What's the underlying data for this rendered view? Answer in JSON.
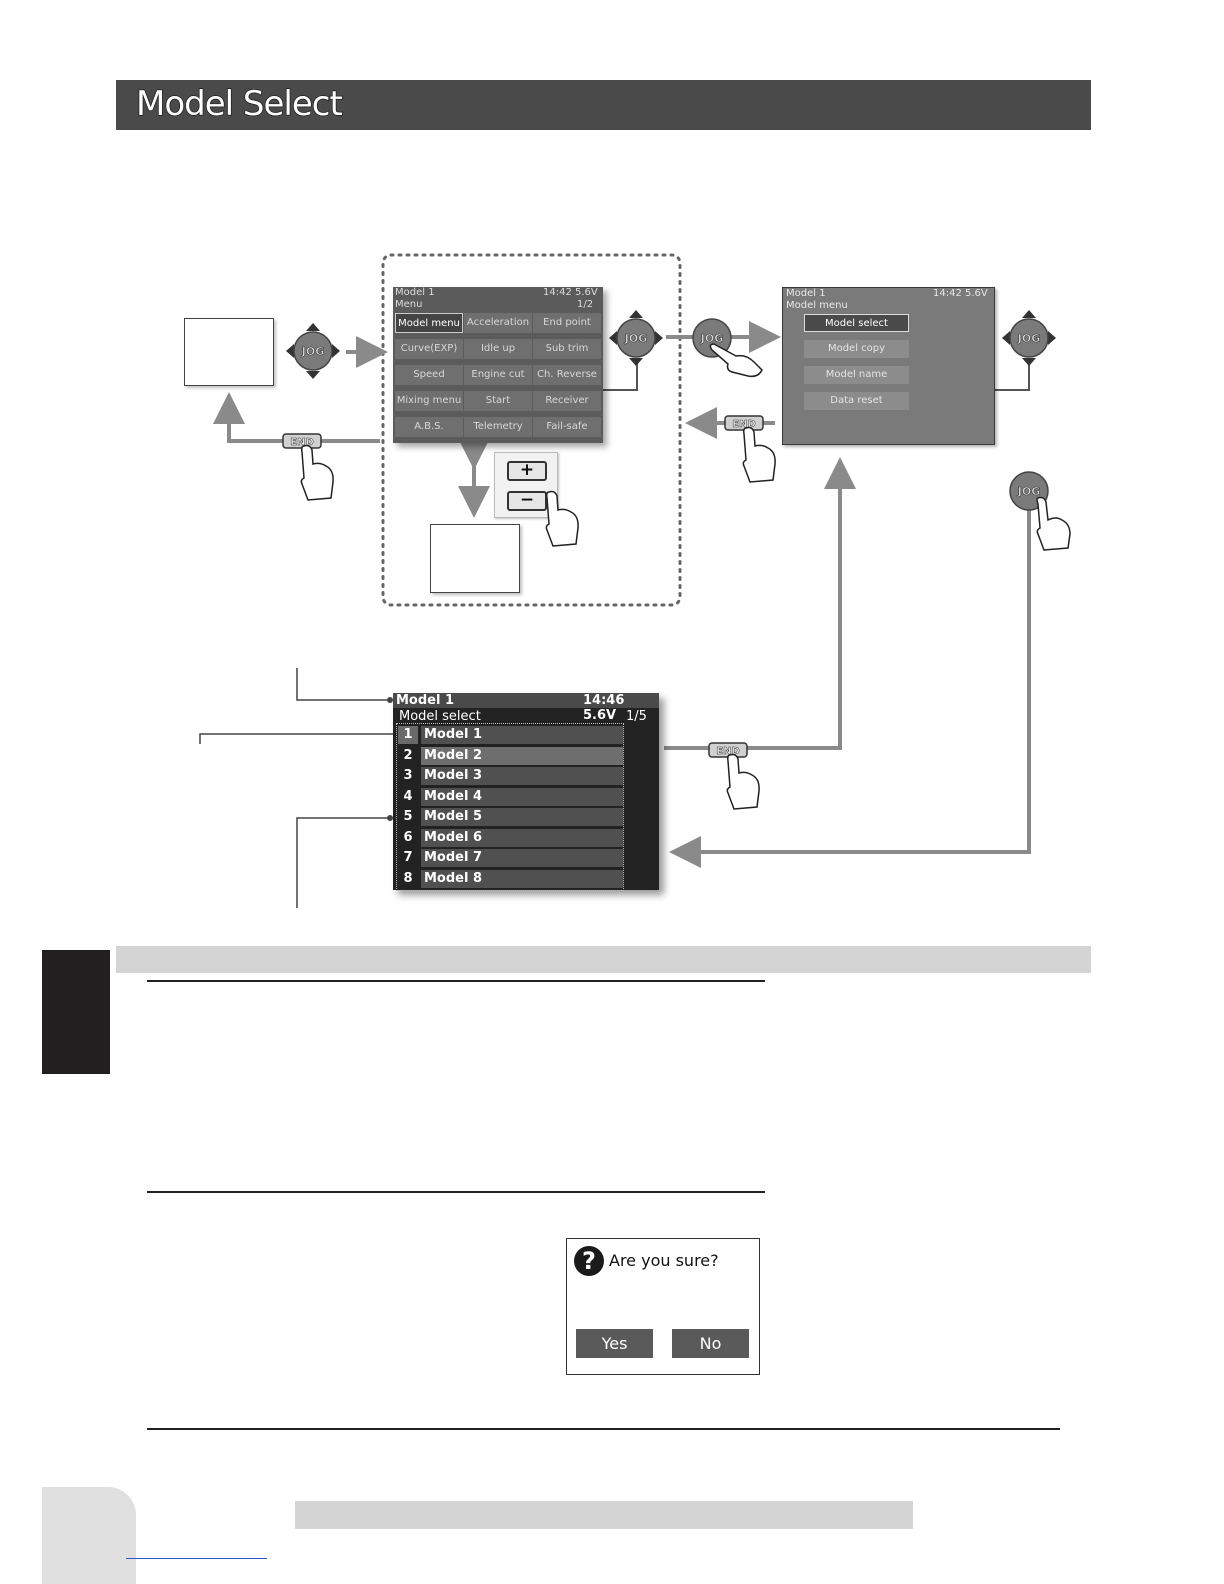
{
  "page": {
    "title": "Model Select"
  },
  "screen_menu": {
    "model": "Model 1",
    "status": "14:42 5.6V",
    "menu_label": "Menu",
    "page": "1/2",
    "items": [
      "Model menu",
      "Acceleration",
      "End point",
      "Curve(EXP)",
      "Idle up",
      "Sub trim",
      "Speed",
      "Engine cut",
      "Ch. Reverse",
      "Mixing menu",
      "Start",
      "Receiver",
      "A.B.S.",
      "Telemetry",
      "Fail-safe"
    ]
  },
  "screen_model_menu": {
    "model": "Model 1",
    "status": "14:42 5.6V",
    "menu_label": "Model menu",
    "items": [
      "Model select",
      "Model copy",
      "Model name",
      "Data reset"
    ]
  },
  "screen_model_select": {
    "model": "Model 1",
    "status": "14:46 5.6V",
    "title": "Model select",
    "page": "1/5",
    "rows": [
      {
        "num": "1",
        "name": "Model 1"
      },
      {
        "num": "2",
        "name": "Model 2"
      },
      {
        "num": "3",
        "name": "Model 3"
      },
      {
        "num": "4",
        "name": "Model 4"
      },
      {
        "num": "5",
        "name": "Model 5"
      },
      {
        "num": "6",
        "name": "Model 6"
      },
      {
        "num": "7",
        "name": "Model 7"
      },
      {
        "num": "8",
        "name": "Model 8"
      }
    ]
  },
  "buttons": {
    "jog": "JOG",
    "end": "END",
    "plus": "+",
    "minus": "−"
  },
  "dialog": {
    "question_mark": "?",
    "question": "Are you sure?",
    "yes": "Yes",
    "no": "No"
  }
}
